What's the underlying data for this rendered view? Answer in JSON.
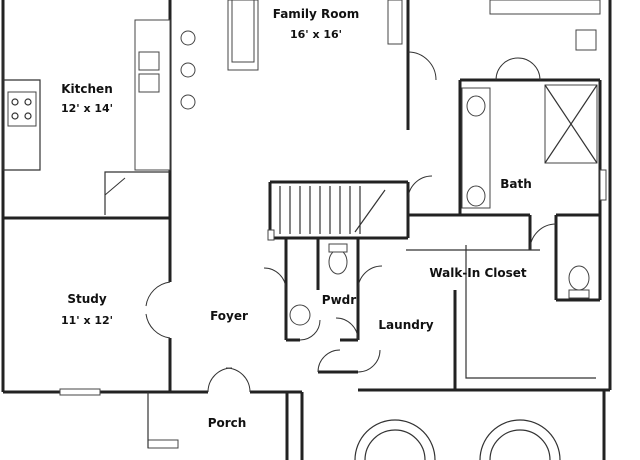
{
  "rooms": {
    "family_room": {
      "name": "Family Room",
      "size": "16' x 16'"
    },
    "kitchen": {
      "name": "Kitchen",
      "size": "12' x 14'"
    },
    "bath": {
      "name": "Bath"
    },
    "walk_in_closet": {
      "name": "Walk-In Closet"
    },
    "study": {
      "name": "Study",
      "size": "11' x 12'"
    },
    "foyer": {
      "name": "Foyer"
    },
    "pwdr": {
      "name": "Pwdr"
    },
    "laundry": {
      "name": "Laundry"
    },
    "porch": {
      "name": "Porch"
    }
  }
}
